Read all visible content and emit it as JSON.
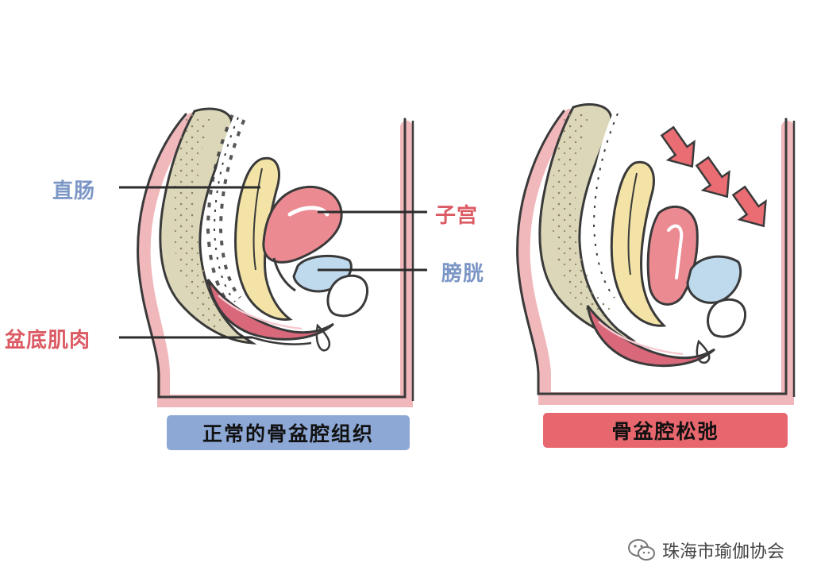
{
  "left_panel": {
    "labels": {
      "rectum": "直肠",
      "uterus": "子宫",
      "bladder": "膀胱",
      "pelvic_floor_muscle": "盆底肌肉"
    },
    "caption": "正常的骨盆腔组织"
  },
  "right_panel": {
    "caption": "骨盆腔松弛"
  },
  "watermark": {
    "text": "珠海市瑜伽协会",
    "icon": "wechat-icon"
  },
  "colors": {
    "label_blue": "#7c97c6",
    "label_red": "#dc5a64",
    "caption_normal_bg": "#8ea8d6",
    "caption_loose_bg": "#e8666d"
  }
}
